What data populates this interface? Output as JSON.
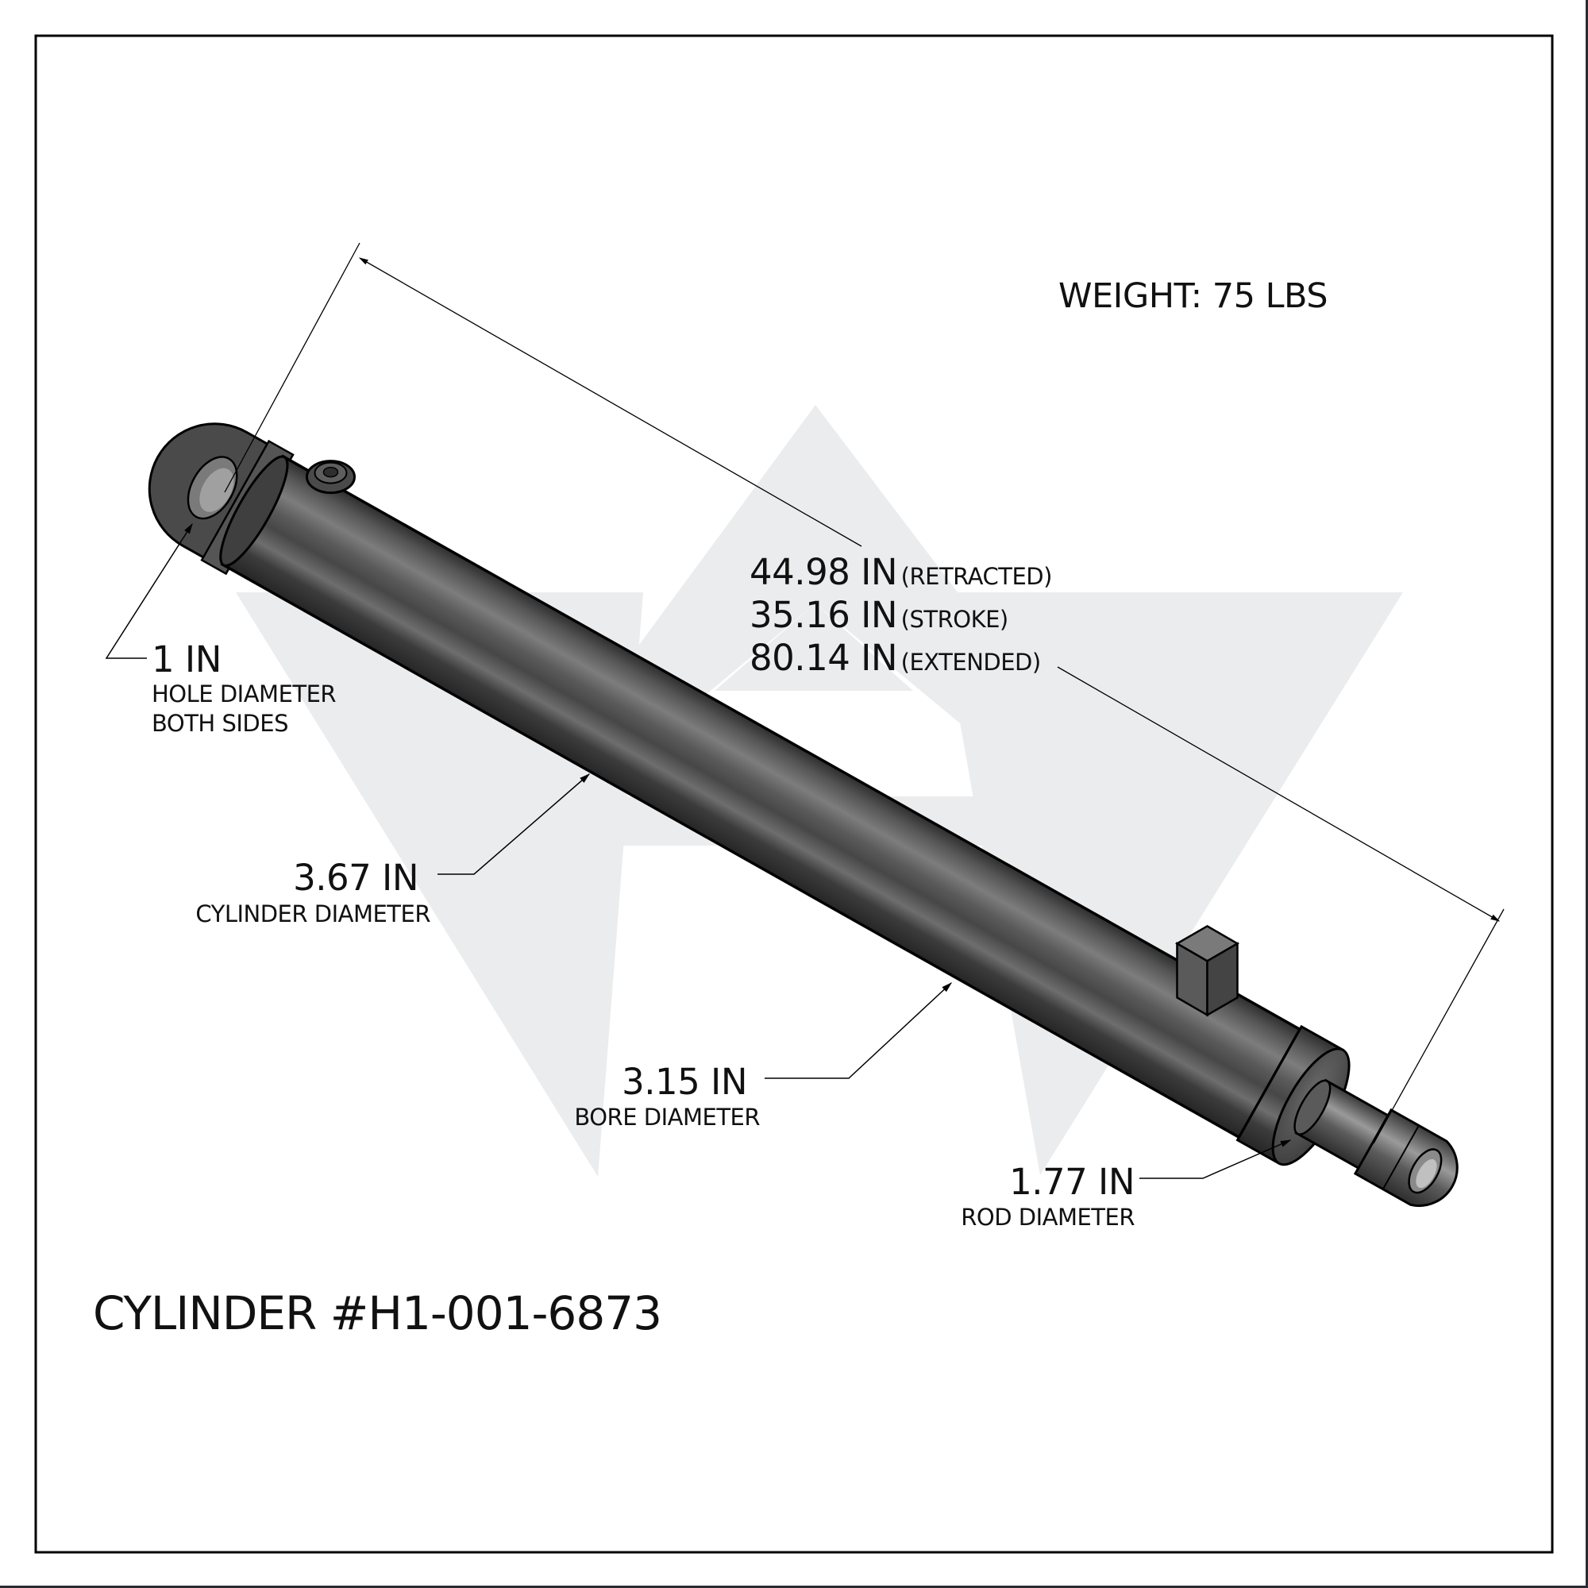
{
  "drawing": {
    "title": "CYLINDER #H1-001-6873",
    "weight_label": "WEIGHT: 75 LBS",
    "colors": {
      "watermark": "#ebeced",
      "cylinder_dark": "#3a3a3a",
      "cylinder_mid": "#5a5a5a",
      "cylinder_light": "#8a8a8a",
      "line": "#000000"
    }
  },
  "dimensions": {
    "length": [
      {
        "value": "44.98 IN",
        "note": "(RETRACTED)"
      },
      {
        "value": "35.16 IN",
        "note": "(STROKE)"
      },
      {
        "value": "80.14 IN",
        "note": "(EXTENDED)"
      }
    ],
    "hole": {
      "value": "1 IN",
      "label_line1": "HOLE DIAMETER",
      "label_line2": "BOTH SIDES"
    },
    "cylinder": {
      "value": "3.67 IN",
      "label": "CYLINDER DIAMETER"
    },
    "bore": {
      "value": "3.15 IN",
      "label": "BORE DIAMETER"
    },
    "rod": {
      "value": "1.77 IN",
      "label": "ROD DIAMETER"
    }
  }
}
